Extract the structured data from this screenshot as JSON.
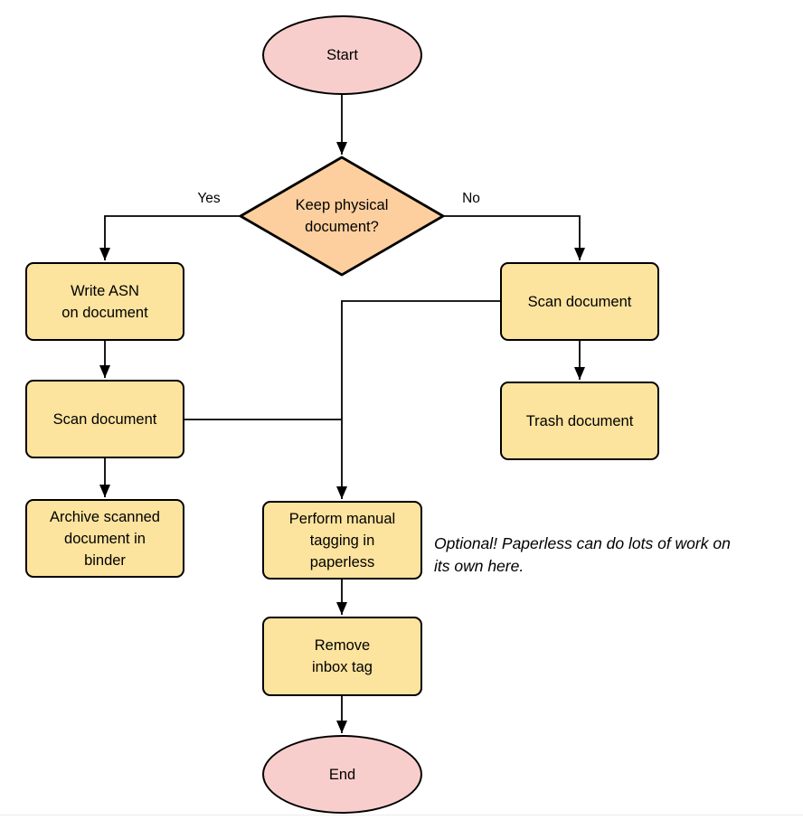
{
  "diagram": {
    "type": "flowchart",
    "nodes": {
      "start": {
        "label": "Start",
        "shape": "ellipse"
      },
      "decision": {
        "label": "Keep physical\ndocument?",
        "shape": "diamond"
      },
      "write_asn": {
        "label": "Write ASN\non document",
        "shape": "process"
      },
      "scan_left": {
        "label": "Scan document",
        "shape": "process"
      },
      "archive": {
        "label": "Archive scanned\ndocument in\nbinder",
        "shape": "process"
      },
      "scan_right": {
        "label": "Scan document",
        "shape": "process"
      },
      "trash": {
        "label": "Trash document",
        "shape": "process"
      },
      "tagging": {
        "label": "Perform manual\ntagging in\npaperless",
        "shape": "process"
      },
      "remove_inbox": {
        "label": "Remove\ninbox tag",
        "shape": "process"
      },
      "end": {
        "label": "End",
        "shape": "ellipse"
      }
    },
    "edge_labels": {
      "yes": "Yes",
      "no": "No"
    },
    "note": "Optional! Paperless can do lots of work on\nits own here.",
    "colors": {
      "terminal_fill": "#F8CECC",
      "process_fill": "#FCE39E",
      "decision_fill": "#FDCF9E",
      "stroke": "#000000",
      "connector": "#000000"
    }
  }
}
